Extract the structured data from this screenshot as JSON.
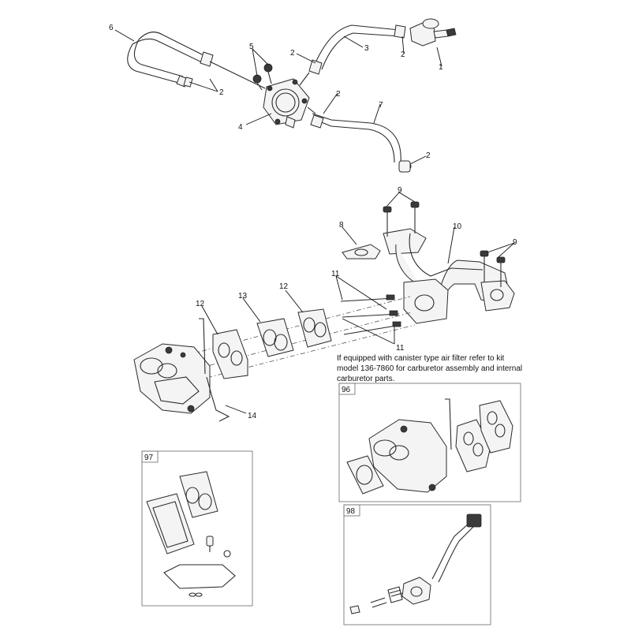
{
  "callouts": {
    "c1": "1",
    "c2a": "2",
    "c2b": "2",
    "c2c": "2",
    "c2d": "2",
    "c2e": "2",
    "c3": "3",
    "c4": "4",
    "c5": "5",
    "c6": "6",
    "c7": "7",
    "c8": "8",
    "c9a": "9",
    "c9b": "9",
    "c10": "10",
    "c11a": "11",
    "c11b": "11",
    "c12a": "12",
    "c12b": "12",
    "c13": "13",
    "c14": "14"
  },
  "kits": {
    "k96": "96",
    "k97": "97",
    "k98": "98"
  },
  "note": "If equipped with canister type air filter refer to kit model 136-7860 for carburetor assembly and internal carburetor parts."
}
